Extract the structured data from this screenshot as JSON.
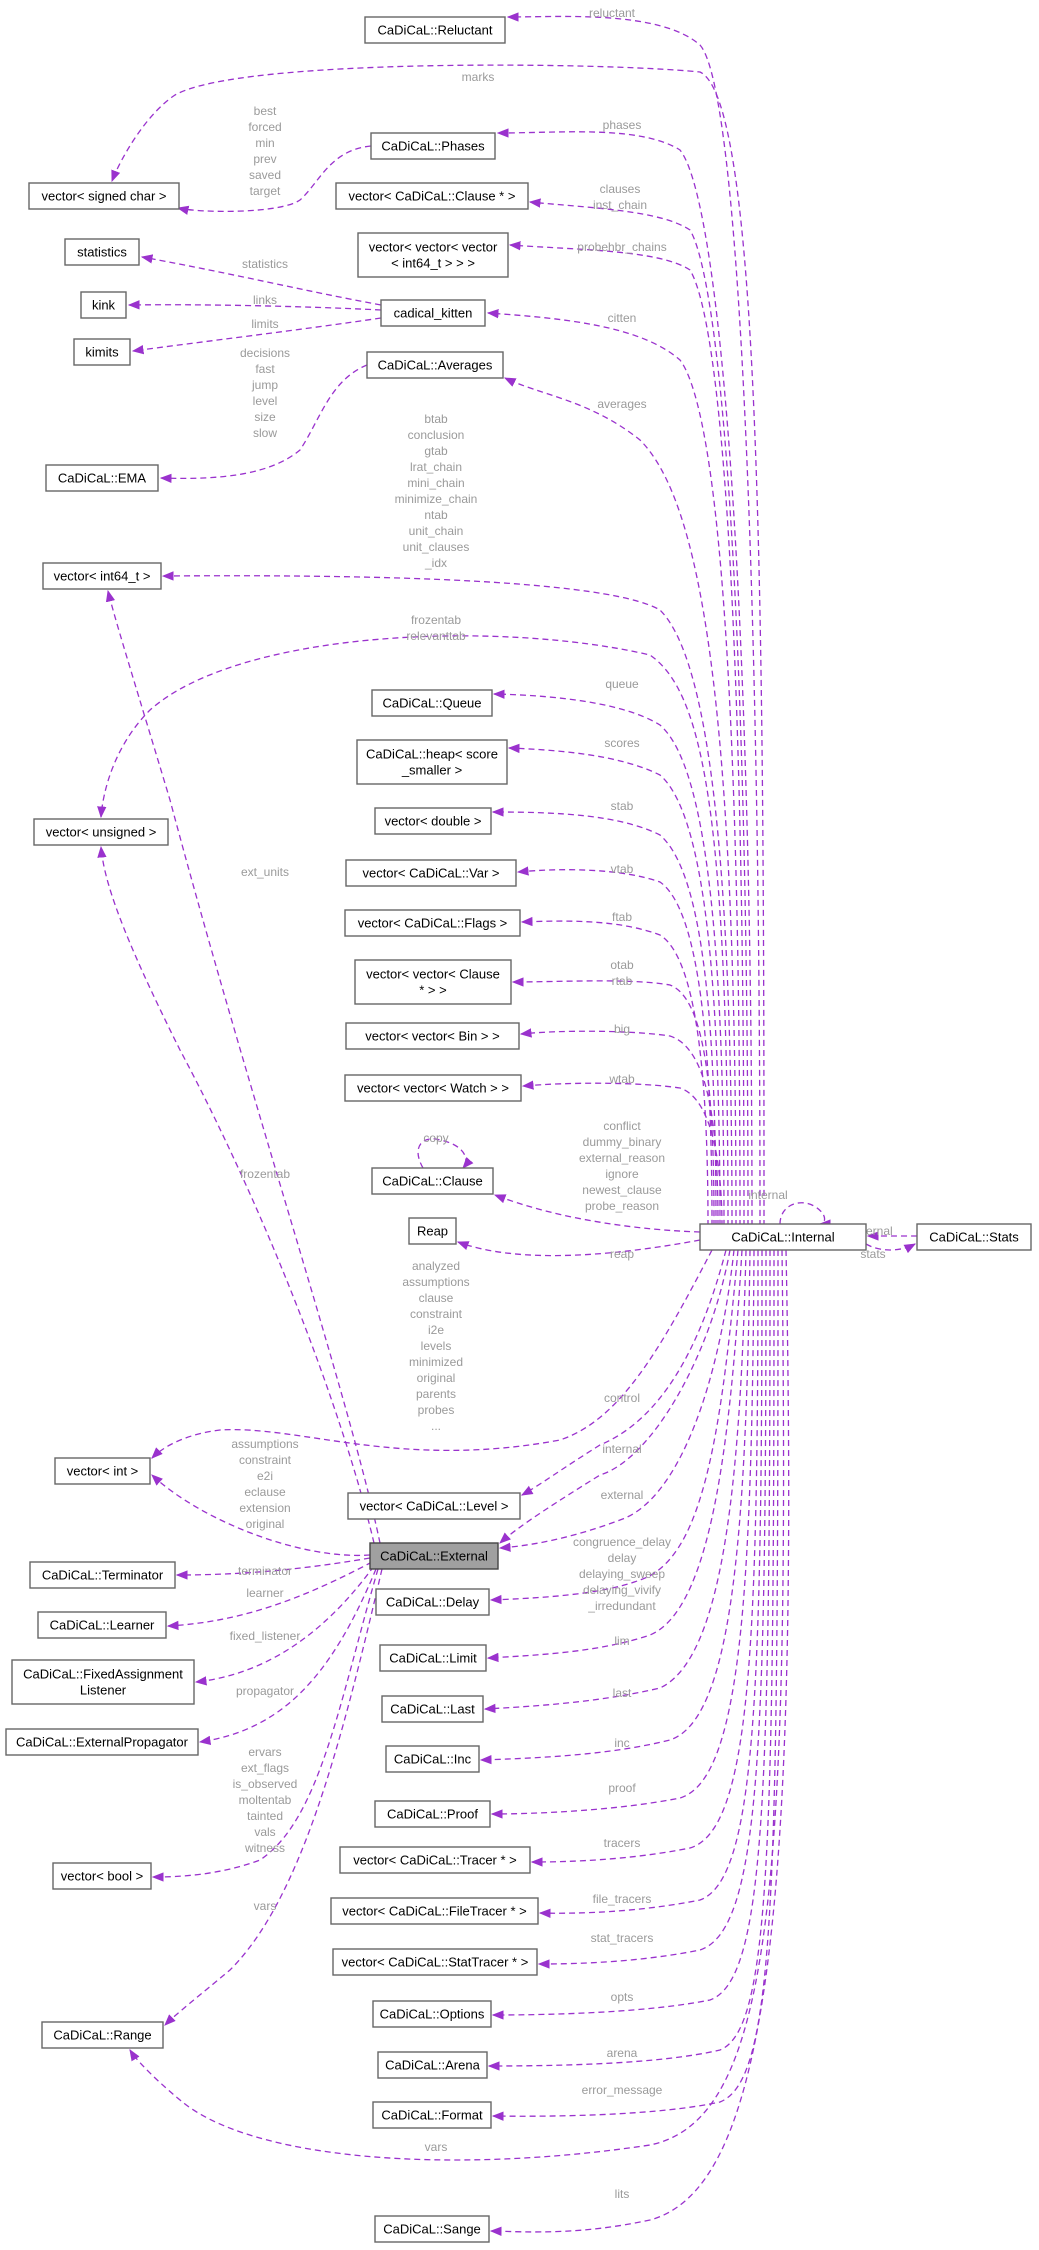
{
  "colors": {
    "edge": "#9a32cd",
    "node_border": "#666666",
    "highlight_fill": "#a0a0a0",
    "label": "#9a9a9a"
  },
  "nodes": {
    "reluctant": "CaDiCaL::Reluctant",
    "signed_char": "vector< signed char >",
    "phases": "CaDiCaL::Phases",
    "clause_ptr": "vector< CaDiCaL::Clause * >",
    "vvv_a": "vector< vector< vector",
    "vvv_b": "< int64_t > > >",
    "statistics": "statistics",
    "kink": "kink",
    "kimits": "kimits",
    "kitten": "cadical_kitten",
    "averages": "CaDiCaL::Averages",
    "ema": "CaDiCaL::EMA",
    "int64": "vector< int64_t >",
    "queue": "CaDiCaL::Queue",
    "heap_a": "CaDiCaL::heap< score",
    "heap_b": "_smaller >",
    "unsigned": "vector< unsigned >",
    "double": "vector< double >",
    "var": "vector< CaDiCaL::Var >",
    "flags": "vector< CaDiCaL::Flags >",
    "vvclause_a": "vector< vector< Clause",
    "vvclause_b": "* > >",
    "vvbin": "vector< vector< Bin > >",
    "vvwatch": "vector< vector< Watch > >",
    "clause": "CaDiCaL::Clause",
    "reap": "Reap",
    "internal": "CaDiCaL::Internal",
    "stats": "CaDiCaL::Stats",
    "vint": "vector< int >",
    "level": "vector< CaDiCaL::Level >",
    "external": "CaDiCaL::External",
    "terminator": "CaDiCaL::Terminator",
    "learner": "CaDiCaL::Learner",
    "fixed_a": "CaDiCaL::FixedAssignment",
    "fixed_b": "Listener",
    "extprop": "CaDiCaL::ExternalPropagator",
    "delay": "CaDiCaL::Delay",
    "limit": "CaDiCaL::Limit",
    "last": "CaDiCaL::Last",
    "inc": "CaDiCaL::Inc",
    "proof": "CaDiCaL::Proof",
    "vbool": "vector< bool >",
    "tracer": "vector< CaDiCaL::Tracer * >",
    "filetracer": "vector< CaDiCaL::FileTracer * >",
    "range": "CaDiCaL::Range",
    "stattracer": "vector< CaDiCaL::StatTracer * >",
    "options": "CaDiCaL::Options",
    "arena": "CaDiCaL::Arena",
    "format": "CaDiCaL::Format",
    "sange": "CaDiCaL::Sange"
  },
  "edge_labels": {
    "reluctant": [
      "reluctant"
    ],
    "marks": [
      "marks"
    ],
    "phases_members": [
      "best",
      "forced",
      "min",
      "prev",
      "saved",
      "target"
    ],
    "phases": [
      "phases"
    ],
    "clauses": [
      "clauses",
      "inst_chain"
    ],
    "probehbr": [
      "probehbr_chains"
    ],
    "statistics": [
      "statistics"
    ],
    "links": [
      "links"
    ],
    "limits": [
      "limits"
    ],
    "citten": [
      "citten"
    ],
    "averages": [
      "averages"
    ],
    "ema": [
      "decisions",
      "fast",
      "jump",
      "level",
      "size",
      "slow"
    ],
    "int64": [
      "btab",
      "conclusion",
      "gtab",
      "lrat_chain",
      "mini_chain",
      "minimize_chain",
      "ntab",
      "unit_chain",
      "unit_clauses",
      "_idx"
    ],
    "unsigned": [
      "frozentab",
      "relevanttab"
    ],
    "queue": [
      "queue"
    ],
    "scores": [
      "scores"
    ],
    "stab": [
      "stab"
    ],
    "vtab": [
      "vtab"
    ],
    "ftab": [
      "ftab"
    ],
    "otab": [
      "otab",
      "rtab"
    ],
    "big": [
      "big"
    ],
    "wtab": [
      "wtab"
    ],
    "copy": [
      "copy"
    ],
    "clause": [
      "conflict",
      "dummy_binary",
      "external_reason",
      "ignore",
      "newest_clause",
      "probe_reason"
    ],
    "reap": [
      "reap"
    ],
    "internal_self": [
      "internal"
    ],
    "internal_from_stats": [
      "internal"
    ],
    "stats": [
      "stats"
    ],
    "ext_units": [
      "ext_units"
    ],
    "frozentab": [
      "frozentab"
    ],
    "vint_internal": [
      "analyzed",
      "assumptions",
      "clause",
      "constraint",
      "i2e",
      "levels",
      "minimized",
      "original",
      "parents",
      "probes",
      "..."
    ],
    "vint_external": [
      "assumptions",
      "constraint",
      "e2i",
      "eclause",
      "extension",
      "original"
    ],
    "control": [
      "control"
    ],
    "internal_ptr": [
      "internal"
    ],
    "external_ptr": [
      "external"
    ],
    "terminator": [
      "terminator"
    ],
    "learner": [
      "learner"
    ],
    "fixed_listener": [
      "fixed_listener"
    ],
    "propagator": [
      "propagator"
    ],
    "delay": [
      "congruence_delay",
      "delay",
      "delaying_sweep",
      "delaying_vivify",
      "_irredundant"
    ],
    "lim": [
      "lim"
    ],
    "last": [
      "last"
    ],
    "inc": [
      "inc"
    ],
    "proof": [
      "proof"
    ],
    "vbool": [
      "ervars",
      "ext_flags",
      "is_observed",
      "moltentab",
      "tainted",
      "vals",
      "witness"
    ],
    "tracers": [
      "tracers"
    ],
    "vars_external": [
      "vars"
    ],
    "file_tracers": [
      "file_tracers"
    ],
    "stat_tracers": [
      "stat_tracers"
    ],
    "opts": [
      "opts"
    ],
    "arena": [
      "arena"
    ],
    "error_message": [
      "error_message"
    ],
    "vars_internal": [
      "vars"
    ],
    "lits": [
      "lits"
    ]
  }
}
